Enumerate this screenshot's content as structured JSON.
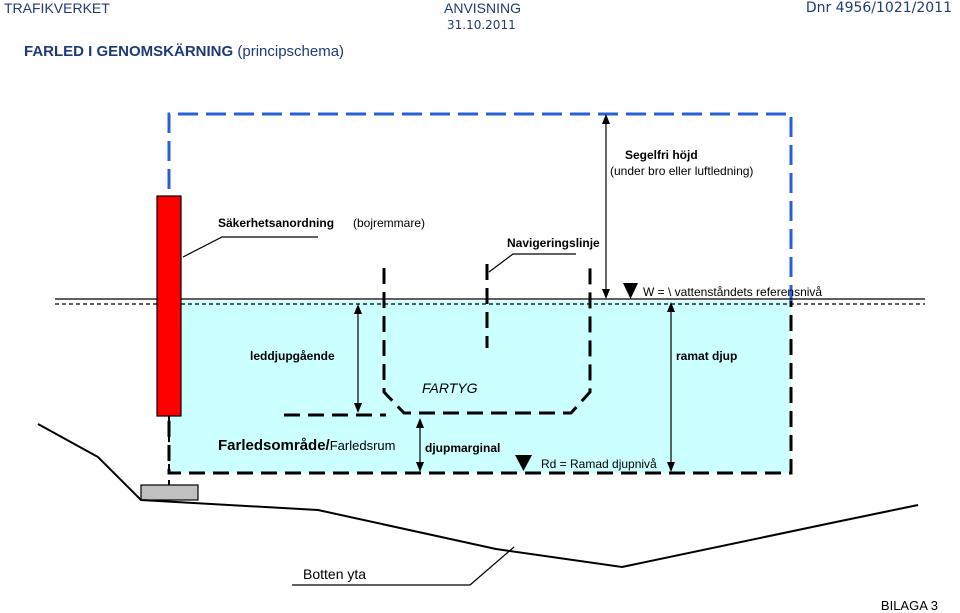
{
  "header": {
    "left": "TRAFIKVERKET",
    "middle": "ANVISNING",
    "date": "31.10.2011",
    "right": "Dnr 4956/1021/2011"
  },
  "title": {
    "bold": "FARLED I GENOMSKÄRNING",
    "normal": " (principschema)"
  },
  "labels": {
    "segelfri_1": "Segelfri höjd",
    "segelfri_2": "(under bro eller luftledning)",
    "sakerhet": "Säkerhetsanordning",
    "sakerhet_paren": "(bojremmare)",
    "navigering": "Navigeringslinje",
    "w_level": "W = \\ vattenståndets referensnivå",
    "leddjup": "leddjupgående",
    "ramat": "ramat djup",
    "fartyg": "FARTYG",
    "farled_bold": "Farledsområde/",
    "farled_norm": "Farledsrum",
    "djupmarg": "djupmarginal",
    "rd": "Rd = Ramad djupnivå",
    "botten": "Botten yta"
  },
  "footer": {
    "bilaga": "BILAGA 3"
  },
  "colors": {
    "header_blue": "#1f3a78",
    "water": "#ccffff",
    "dashed_blue": "#2b5fd9",
    "buoy_red": "#ff0000"
  }
}
